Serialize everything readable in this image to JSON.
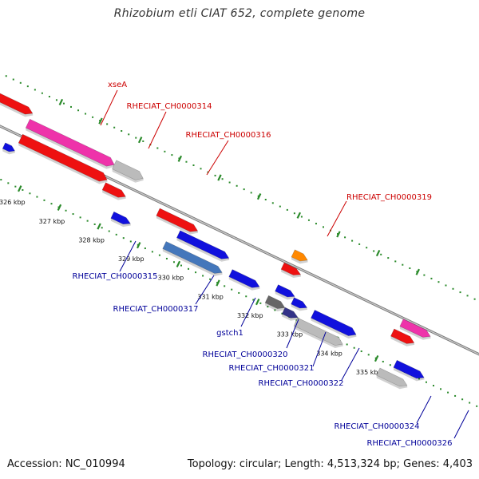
{
  "header": {
    "title": "Rhizobium etli CIAT 652, complete genome"
  },
  "footer": {
    "accession": "Accession: NC_010994",
    "summary": "Topology: circular; Length: 4,513,324 bp; Genes: 4,403"
  },
  "colors": {
    "backbone": "#8a8a8a",
    "tick": "#2a8a2a",
    "label_top": "#cc0000",
    "label_bottom": "#000099",
    "red": "#ee1111",
    "magenta": "#ee33aa",
    "blue": "#1111dd",
    "steelblue": "#4477bb",
    "orange": "#ff8800",
    "gray": "#bbbbbb",
    "darkgray": "#666666",
    "indigo": "#333388"
  },
  "ticks": [
    "326 kbp",
    "327 kbp",
    "328 kbp",
    "329 kbp",
    "330 kbp",
    "331 kbp",
    "332 kbp",
    "333 kbp",
    "334 kbp",
    "335 kbp"
  ],
  "labels_top": [
    {
      "name": "xseA"
    },
    {
      "name": "RHECIAT_CH0000314"
    },
    {
      "name": "RHECIAT_CH0000316"
    },
    {
      "name": "RHECIAT_CH0000319"
    }
  ],
  "labels_bottom": [
    {
      "name": "RHECIAT_CH0000315"
    },
    {
      "name": "RHECIAT_CH0000317"
    },
    {
      "name": "gstch1"
    },
    {
      "name": "RHECIAT_CH0000320"
    },
    {
      "name": "RHECIAT_CH0000321"
    },
    {
      "name": "RHECIAT_CH0000322"
    },
    {
      "name": "RHECIAT_CH0000324"
    },
    {
      "name": "RHECIAT_CH0000326"
    }
  ]
}
